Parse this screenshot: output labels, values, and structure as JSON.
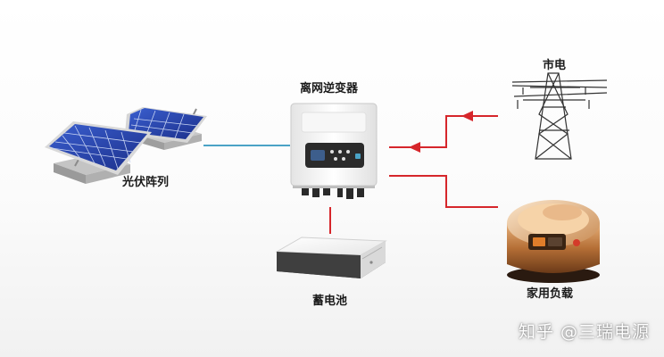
{
  "labels": {
    "inverter": "离网逆变器",
    "grid": "市电",
    "solar": "光伏阵列",
    "battery": "蓄电池",
    "load": "家用负载"
  },
  "watermark": "知乎 @三瑞电源",
  "colors": {
    "solar_link": "#4aa3c6",
    "ac_link": "#d6262b",
    "inverter_panel": "#2b2b2b",
    "battery_body": "#f3f3f3"
  },
  "icons": {
    "solar": "solar-panel-array-icon",
    "inverter": "inverter-icon",
    "grid": "power-tower-icon",
    "battery": "battery-icon",
    "load": "rice-cooker-icon"
  }
}
